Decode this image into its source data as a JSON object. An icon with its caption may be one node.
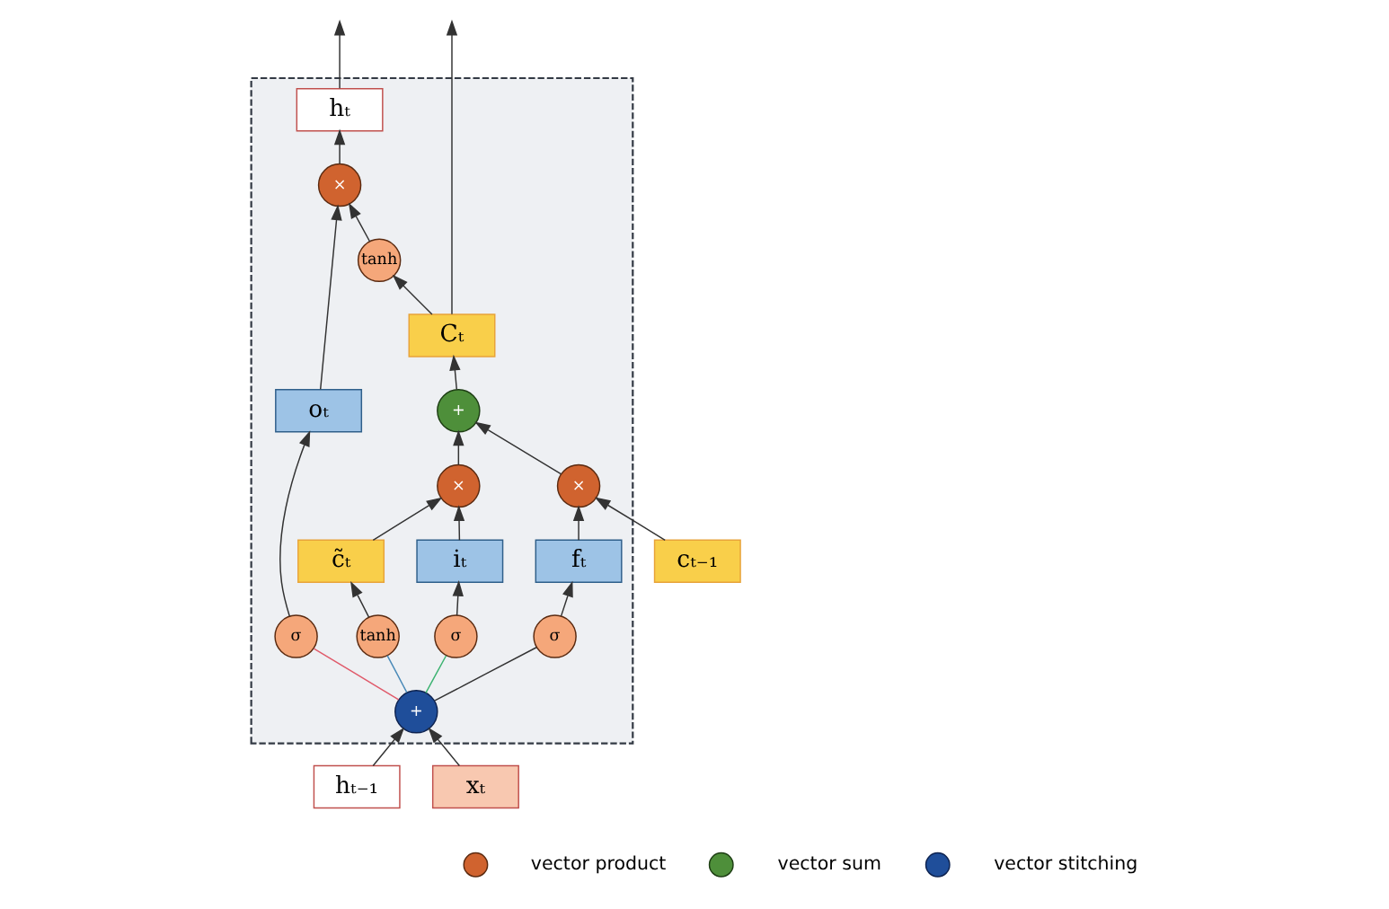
{
  "diagram": {
    "nodes": [
      {
        "text": [],
        "shape": "box"
      },
      {
        "text": [
          "cₜ₋₁"
        ]
      },
      {
        "text": [
          "×"
        ],
        "in": 0
      },
      {
        "text": [
          "+"
        ],
        "in": 0
      },
      {
        "text": [
          "Cₜ"
        ],
        "in": 0
      },
      {
        "text": [
          "fₜ"
        ],
        "in": 0
      },
      {
        "text": [
          "iₜ"
        ],
        "in": 0
      },
      {
        "text": [
          "×"
        ],
        "in": 0
      },
      {
        "text": [
          "c̃ₜ"
        ],
        "in": 0
      },
      {
        "text": [
          "oₜ"
        ],
        "in": 0
      },
      {
        "text": [
          "tanh"
        ],
        "in": 0
      },
      {
        "text": [
          "×"
        ],
        "in": 0
      },
      {
        "text": [
          "σ"
        ],
        "in": 0
      },
      {
        "text": [
          "σ"
        ],
        "in": 0
      },
      {
        "text": [
          "tanh"
        ],
        "in": 0
      },
      {
        "text": [
          "σ"
        ],
        "in": 0
      },
      {
        "text": [
          "hₜ₋₁"
        ]
      },
      {
        "text": [
          "+"
        ],
        "in": 0
      },
      {
        "text": [
          "hₜ"
        ],
        "in": 0
      },
      {
        "text": [
          "xₜ"
        ]
      }
    ],
    "edges": [
      {
        "from": 1,
        "to": 2,
        "arrow": "to"
      },
      {
        "from": 2,
        "to": 3,
        "arrow": "to"
      },
      {
        "from": 3,
        "to": 4,
        "arrow": "to"
      },
      {
        "from": 4,
        "to": null,
        "arrow": "to"
      },
      {
        "from": 4,
        "to": 10,
        "arrow": "to"
      },
      {
        "from": 10,
        "to": 11,
        "arrow": "to"
      },
      {
        "from": 9,
        "to": 11,
        "arrow": "to"
      },
      {
        "from": 11,
        "to": 18,
        "arrow": "to"
      },
      {
        "from": 18,
        "to": null,
        "arrow": "to"
      },
      {
        "from": 5,
        "to": 2,
        "arrow": "to"
      },
      {
        "from": 6,
        "to": 7,
        "arrow": "to"
      },
      {
        "from": 8,
        "to": 7,
        "arrow": "to"
      },
      {
        "from": 7,
        "to": 3,
        "arrow": "to"
      },
      {
        "from": 12,
        "to": 5,
        "arrow": "to"
      },
      {
        "from": 13,
        "to": 6,
        "arrow": "to"
      },
      {
        "from": 14,
        "to": 8,
        "arrow": "to"
      },
      {
        "from": 15,
        "to": 9,
        "arrow": "to"
      },
      {
        "from": 16,
        "to": 17,
        "arrow": "to"
      },
      {
        "from": 19,
        "to": 17,
        "arrow": "to"
      },
      {
        "from": 17,
        "to": 12,
        "arrow": "none"
      },
      {
        "from": 17,
        "to": 13,
        "arrow": "none",
        "color": "#3cb371"
      },
      {
        "from": 17,
        "to": 14,
        "arrow": "none",
        "color": "#4a8ab8"
      },
      {
        "from": 17,
        "to": 15,
        "arrow": "none",
        "color": "#e05a6a"
      }
    ],
    "legend": [
      {
        "text": "vector product"
      },
      {
        "text": "vector sum"
      },
      {
        "text": "vector stitching"
      }
    ]
  }
}
